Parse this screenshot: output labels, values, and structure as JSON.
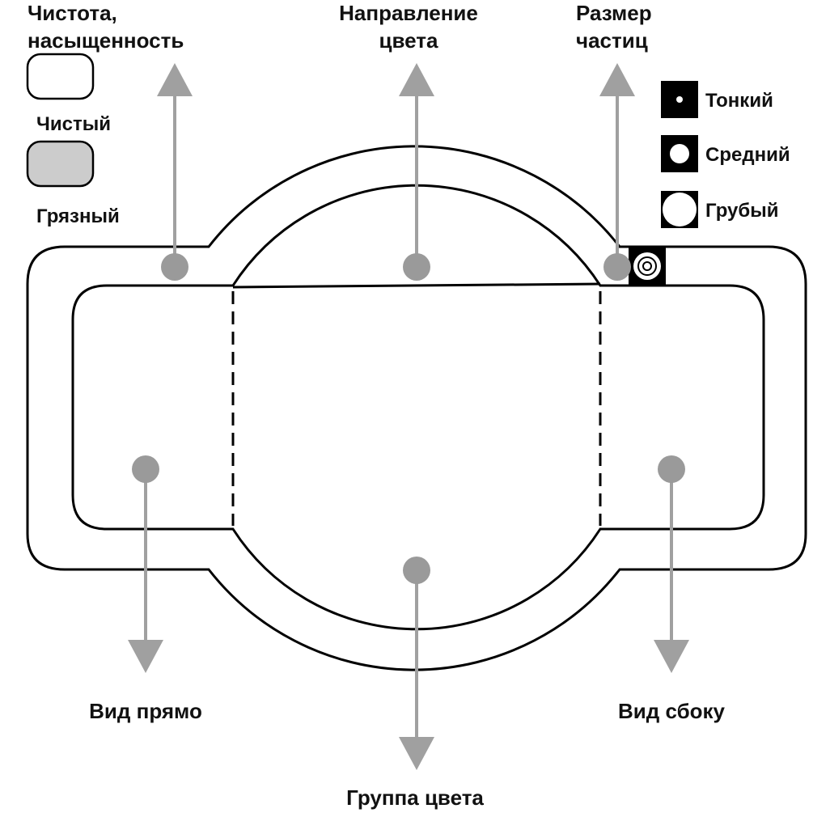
{
  "labels": {
    "purity_line1": "Чистота,",
    "purity_line2": "насыщенность",
    "direction_line1": "Направление",
    "direction_line2": "цвета",
    "size_line1": "Размер",
    "size_line2": "частиц",
    "view_front": "Вид прямо",
    "view_side": "Вид сбоку",
    "color_group": "Группа цвета"
  },
  "purity_legend": {
    "clean": "Чистый",
    "dirty": "Грязный"
  },
  "particle_legend": {
    "fine": "Тонкий",
    "medium": "Средний",
    "coarse": "Грубый"
  },
  "colors": {
    "marker": "#9a9a9a",
    "arrow": "#a0a0a0",
    "outline": "#000000",
    "dirty_fill": "#cccccc",
    "clean_fill": "#ffffff"
  }
}
